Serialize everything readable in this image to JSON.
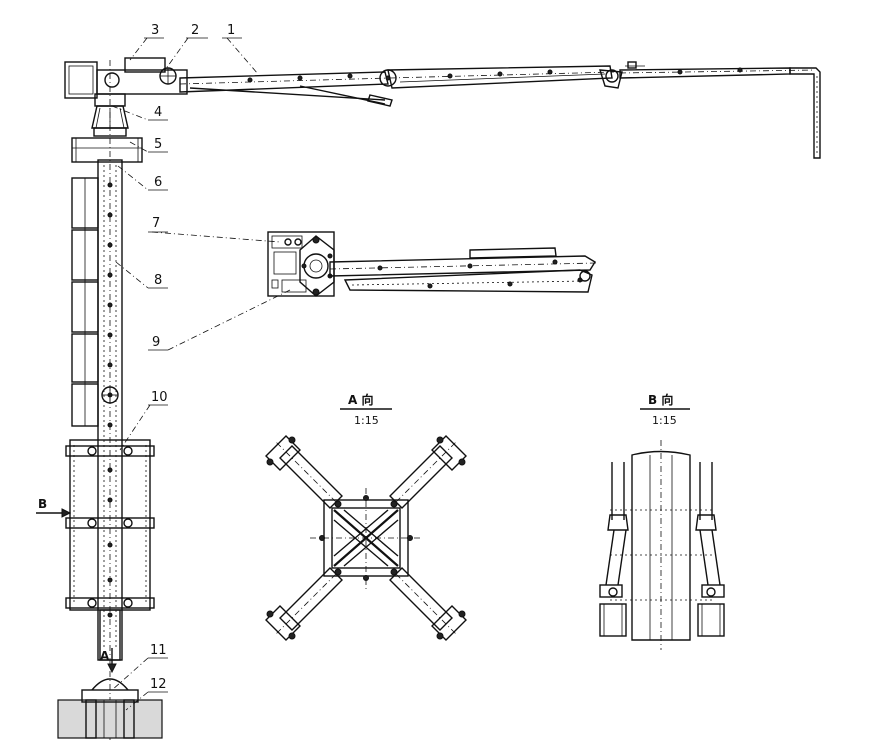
{
  "callouts": [
    "1",
    "2",
    "3",
    "4",
    "5",
    "6",
    "7",
    "8",
    "9",
    "10",
    "11",
    "12"
  ],
  "views": {
    "a": {
      "title": "A 向",
      "scale": "1:15"
    },
    "b": {
      "title": "B 向",
      "scale": "1:15"
    }
  },
  "direction_markers": {
    "a": "A",
    "b": "B"
  }
}
